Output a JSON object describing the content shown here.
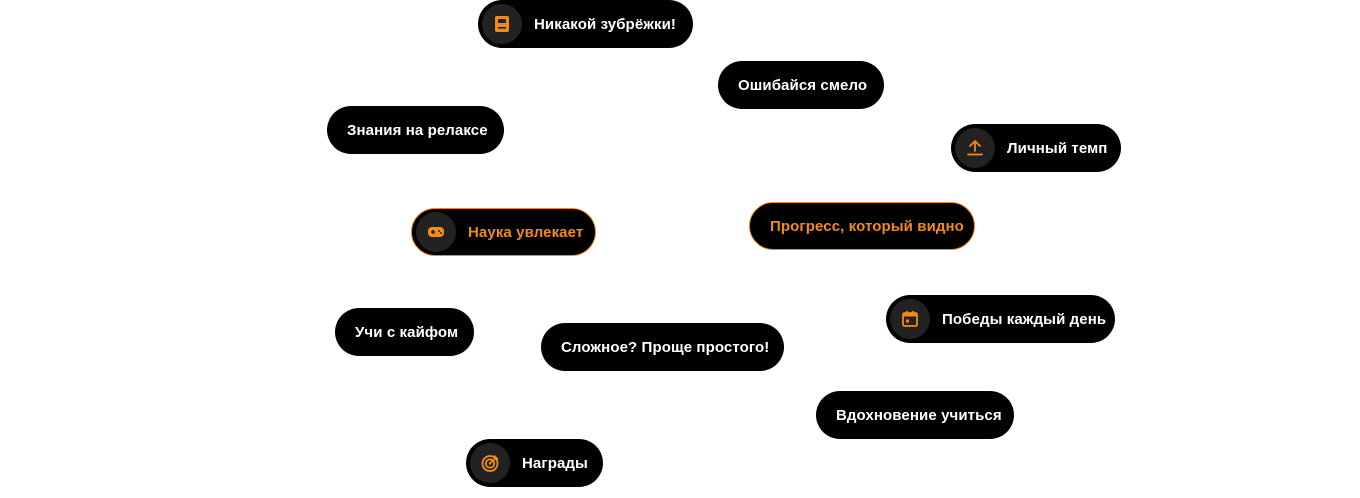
{
  "accent_color": "#f08a1c",
  "pill_background": "#000000",
  "pills": [
    {
      "label": "Никакой зубрёжки!",
      "icon": "book-icon"
    },
    {
      "label": "Ошибайся смело"
    },
    {
      "label": "Знания на релаксе"
    },
    {
      "label": "Личный темп",
      "icon": "upload-icon"
    },
    {
      "label": "Наука увлекает",
      "icon": "gamepad-icon",
      "highlighted": true
    },
    {
      "label": "Прогресс, который видно",
      "highlighted": true
    },
    {
      "label": "Победы каждый день",
      "icon": "calendar-icon"
    },
    {
      "label": "Учи с кайфом"
    },
    {
      "label": "Сложное? Проще простого!"
    },
    {
      "label": "Вдохновение учиться"
    },
    {
      "label": "Награды",
      "icon": "target-icon"
    }
  ]
}
